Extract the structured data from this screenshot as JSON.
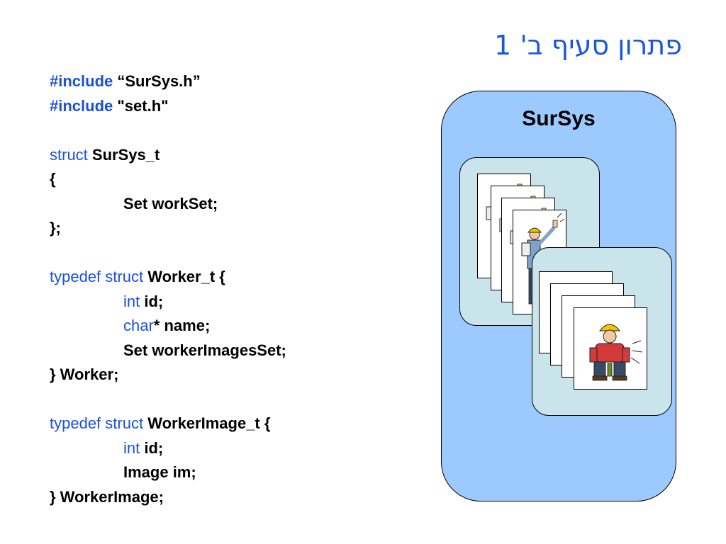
{
  "title": "פתרון סעיף ב' 1",
  "code": {
    "line1": {
      "kw": "#include",
      "text": " “SurSys.h”"
    },
    "line2": {
      "kw": "#include",
      "text": " \"set.h\""
    },
    "line4": {
      "kw": "struct",
      "text": " SurSys_t"
    },
    "line5": {
      "text": "{"
    },
    "line6": {
      "text": "Set workSet;"
    },
    "line7": {
      "text": "};"
    },
    "line9": {
      "kw1": "typedef",
      "kw2": "struct",
      "text": " Worker_t {"
    },
    "line10": {
      "kw": "int",
      "text": " id;"
    },
    "line11": {
      "kw": "char",
      "text": "* name;"
    },
    "line12": {
      "text": "Set workerImagesSet;"
    },
    "line13": {
      "text": "} Worker;"
    },
    "line15": {
      "kw1": "typedef",
      "kw2": "struct",
      "text": " WorkerImage_t {"
    },
    "line16": {
      "kw": "int",
      "text": " id;"
    },
    "line17": {
      "text": "Image im;"
    },
    "line18": {
      "text": "} WorkerImage;"
    }
  },
  "diagram": {
    "container_label": "SurSys",
    "worker_icon": "worker-clipboard-icon",
    "image_icon": "sitting-worker-icon"
  },
  "colors": {
    "title": "#1a56e0",
    "keyword": "#1a4fe0",
    "container_fill": "#9ccaff",
    "group_fill": "#c9e4ea"
  }
}
